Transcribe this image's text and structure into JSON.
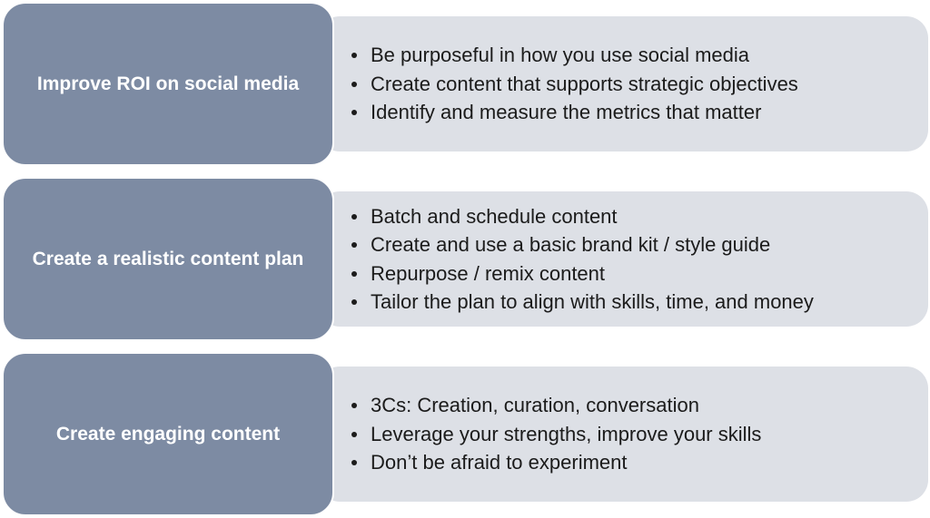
{
  "colors": {
    "label_fill": "#7d8ba3",
    "content_fill": "#dde0e6",
    "label_text": "#ffffff",
    "content_text": "#1b1b1b"
  },
  "rows": [
    {
      "label": "Improve ROI on social media",
      "bullets": [
        "Be purposeful in how you use social media",
        "Create content that supports strategic objectives",
        "Identify and measure the metrics that matter"
      ]
    },
    {
      "label": "Create a realistic content plan",
      "bullets": [
        "Batch and schedule content",
        "Create and use a basic brand kit / style guide",
        "Repurpose / remix content",
        "Tailor the plan to align with skills, time, and money"
      ]
    },
    {
      "label": "Create engaging content",
      "bullets": [
        "3Cs: Creation, curation, conversation",
        "Leverage your strengths, improve your skills",
        "Don’t be afraid to experiment"
      ]
    }
  ]
}
